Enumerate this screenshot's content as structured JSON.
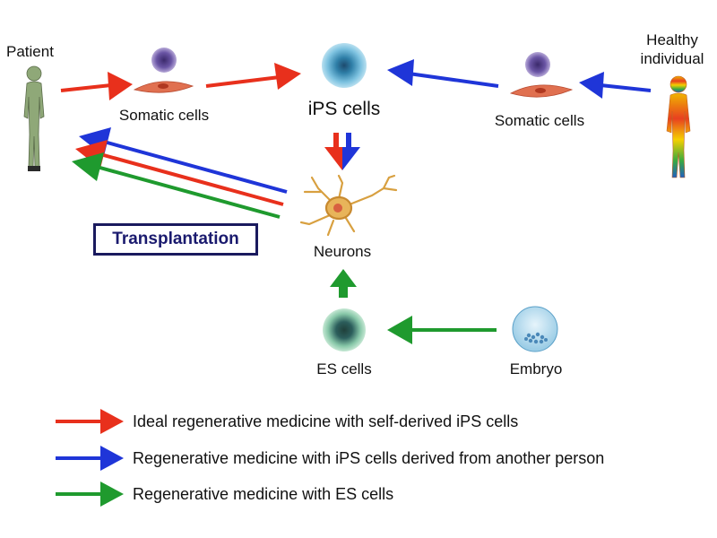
{
  "labels": {
    "patient": "Patient",
    "healthy_line1": "Healthy",
    "healthy_line2": "individual",
    "somatic_left": "Somatic cells",
    "somatic_right": "Somatic cells",
    "ips": "iPS cells",
    "neurons": "Neurons",
    "es": "ES cells",
    "embryo": "Embryo",
    "transplantation": "Transplantation"
  },
  "legend": [
    {
      "text": "Ideal regenerative medicine with self-derived iPS cells",
      "color": "#e8301c"
    },
    {
      "text": "Regenerative medicine with iPS cells derived from another person",
      "color": "#1f35d8"
    },
    {
      "text": "Regenerative medicine with ES cells",
      "color": "#1f9a2e"
    }
  ],
  "colors": {
    "red": "#e8301c",
    "blue": "#1f35d8",
    "green": "#1f9a2e",
    "box_border": "#1a1a5e"
  }
}
